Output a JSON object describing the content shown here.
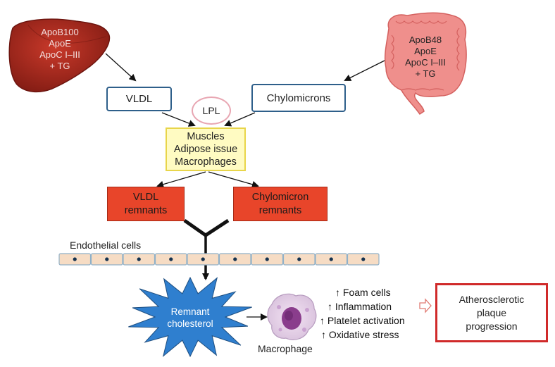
{
  "liver": {
    "lines": [
      "ApoB100",
      "ApoE",
      "ApoC I–III",
      "+ TG"
    ]
  },
  "intestine": {
    "lines": [
      "ApoB48",
      "ApoE",
      "ApoC I–III",
      "+ TG"
    ]
  },
  "vldl": "VLDL",
  "lpl": "LPL",
  "chylomicrons": "Chylomicrons",
  "tissues": {
    "lines": [
      "Muscles",
      "Adipose issue",
      "Macrophages"
    ]
  },
  "vldl_remnants": {
    "lines": [
      "VLDL",
      "remnants"
    ]
  },
  "chylo_remnants": {
    "lines": [
      "Chylomicron",
      "remnants"
    ]
  },
  "endothelial_label": "Endothelial cells",
  "remnant_chol": {
    "lines": [
      "Remnant",
      "cholesterol"
    ]
  },
  "macrophage_label": "Macrophage",
  "effects": [
    "↑ Foam cells",
    "↑ Inflammation",
    "↑ Platelet activation",
    "↑ Oxidative stress"
  ],
  "outcome": {
    "lines": [
      "Atherosclerotic",
      "plaque",
      "progression"
    ]
  },
  "colors": {
    "liver": "#a8251a",
    "intestine": "#ef8f8c",
    "blue_border": "#2e5f8a",
    "remnant_fill": "#e8452a",
    "star_fill": "#2f7fcf",
    "yellow_fill": "#fffbc2",
    "outcome_border": "#d02a2a"
  }
}
